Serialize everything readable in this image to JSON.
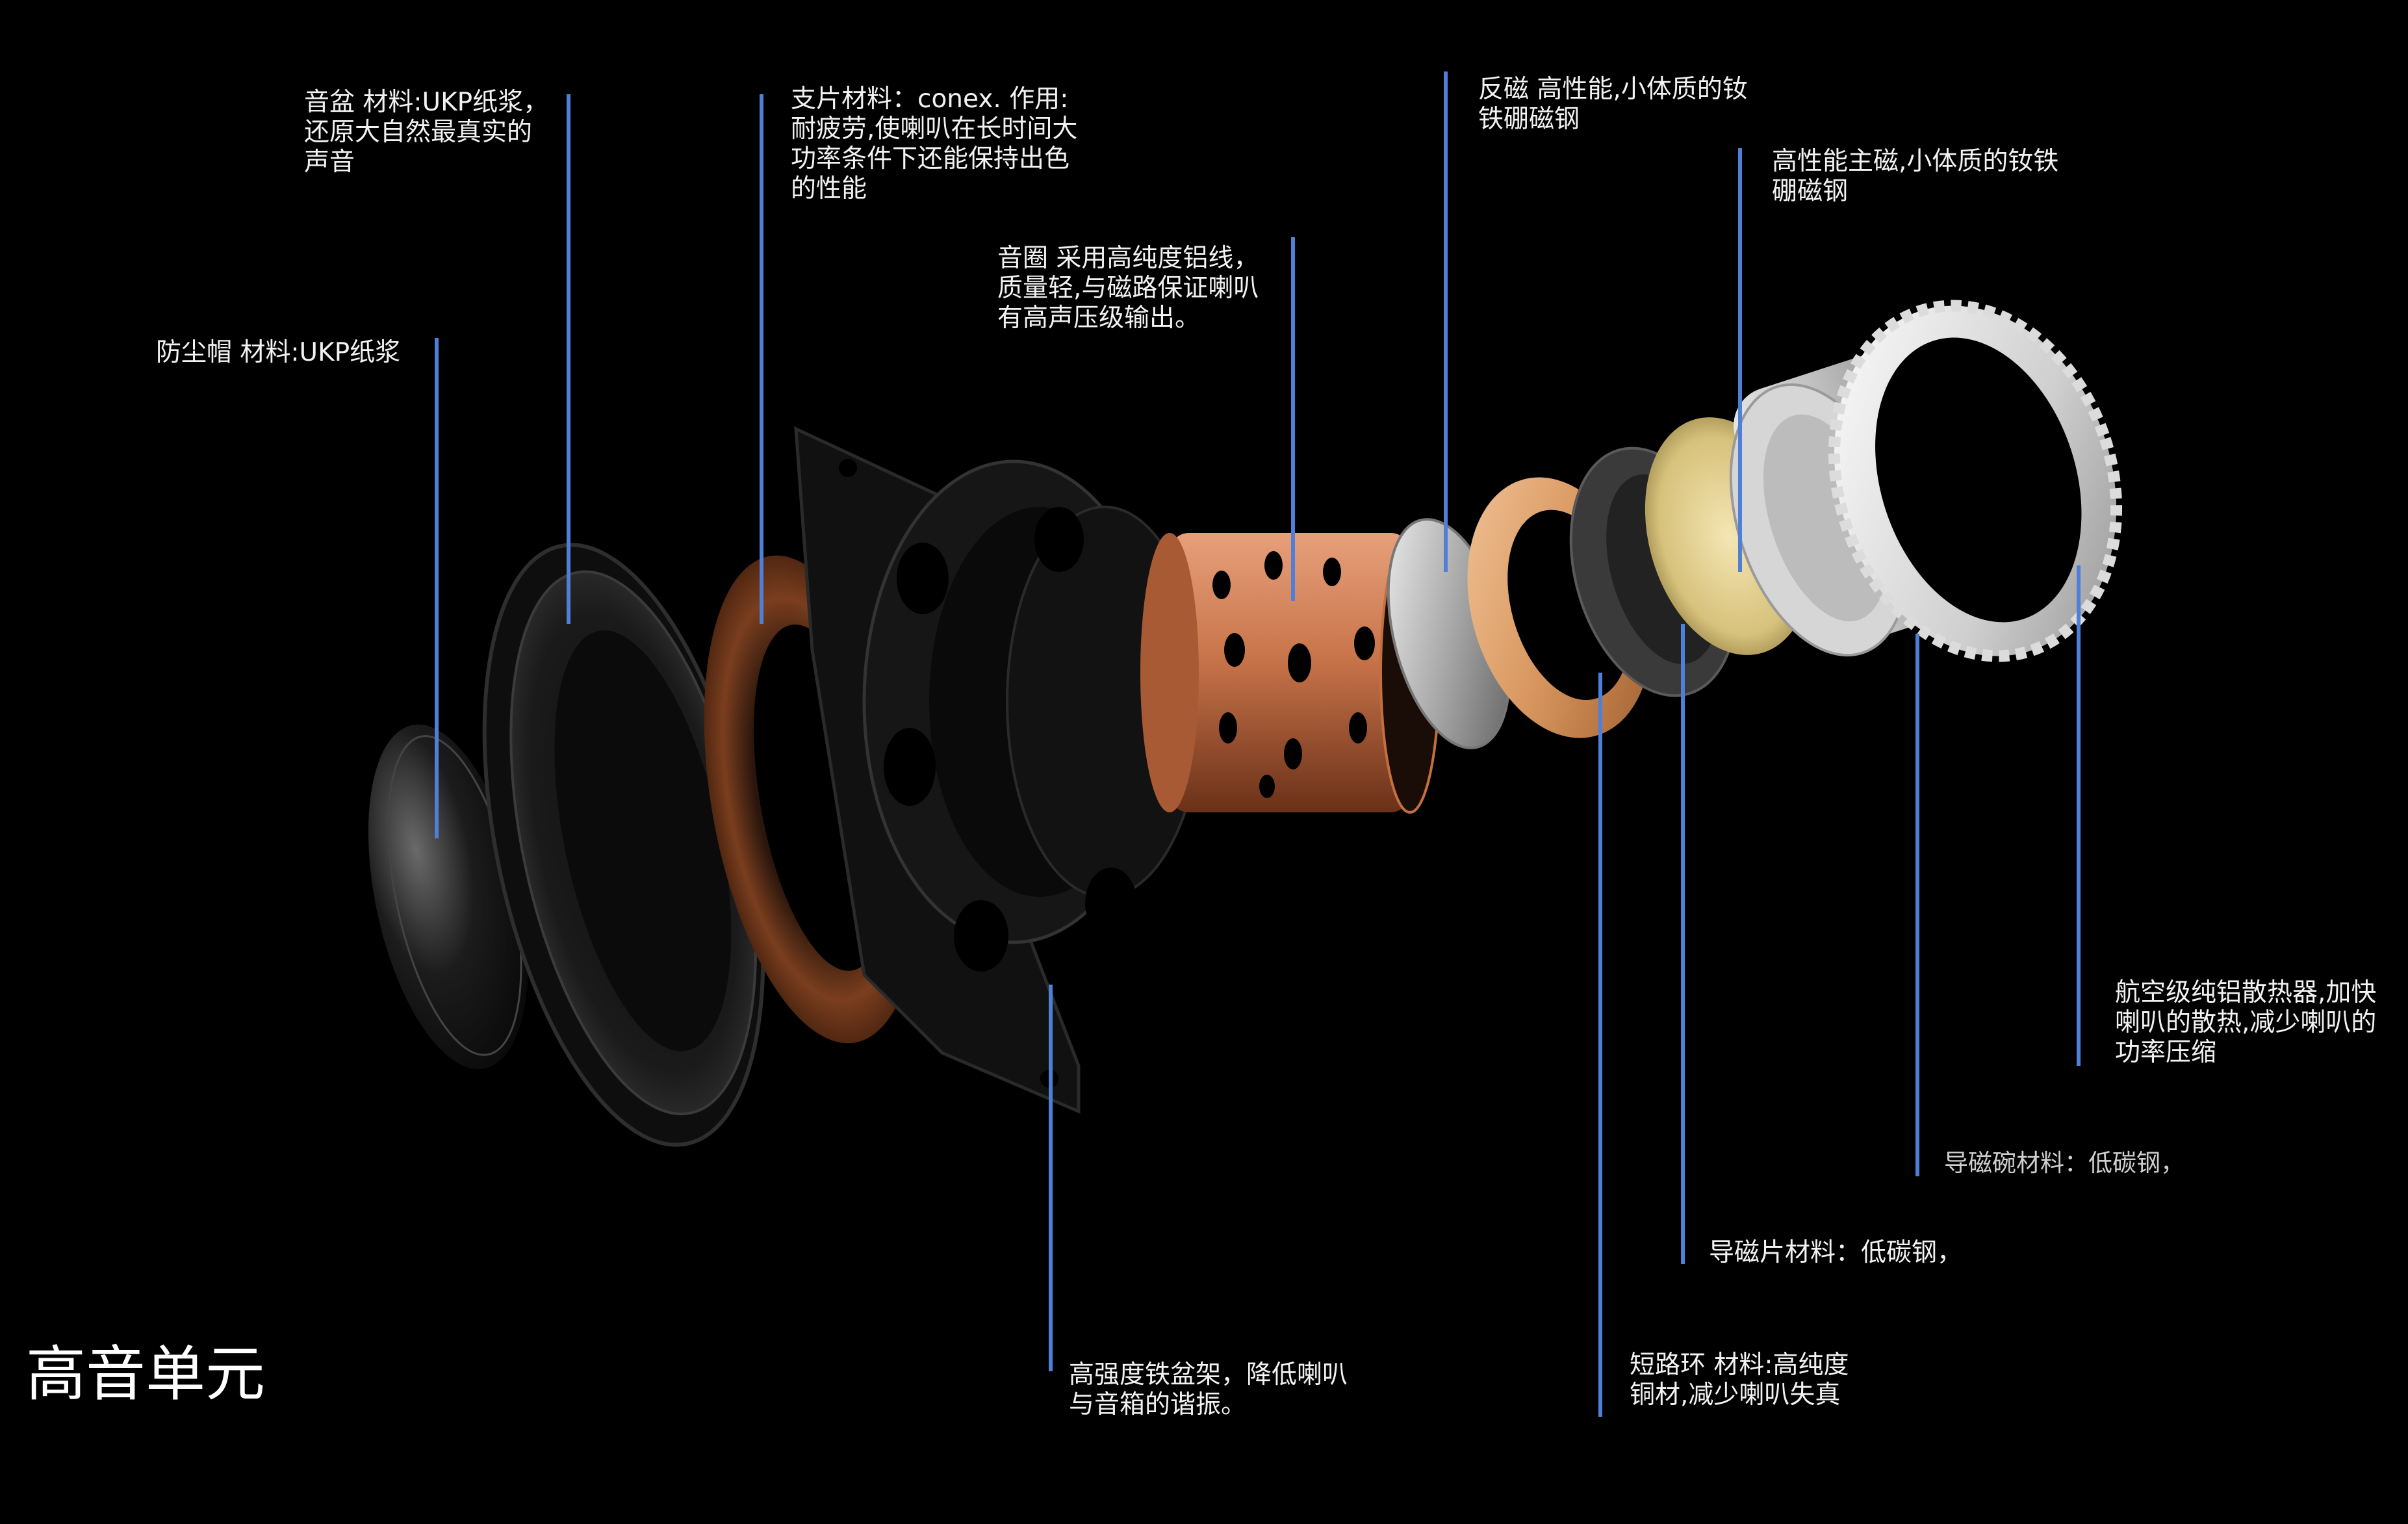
{
  "title": "高音单元",
  "colors": {
    "background": "#000000",
    "leader": "#4f7fd6",
    "copper": "#c8744a",
    "gold": "#e2cf8a"
  },
  "labels": {
    "dust_cap": "防尘帽  材料:UKP纸浆",
    "cone": "音盆  材料:UKP纸浆，\n还原大自然最真实的\n声音",
    "spider": "支片材料：conex.  作用:\n耐疲劳,使喇叭在长时间大\n功率条件下还能保持出色\n的性能",
    "voice_coil": "音圈    采用高纯度铝线，\n质量轻,与磁路保证喇叭\n有高声压级输出。",
    "reverse_magnet": "反磁  高性能,小体质的钕\n铁硼磁钢",
    "main_magnet": "高性能主磁,小体质的钕铁\n硼磁钢",
    "heatsink": "航空级纯铝散热器,加快\n喇叭的散热,减少喇叭的\n功率压缩",
    "pole_cup": "导磁碗材料：低碳钢，",
    "pole_plate": "导磁片材料：低碳钢，",
    "shorting_ring": "短路环 材料:高纯度\n铜材,减少喇叭失真",
    "frame": "高强度铁盆架，降低喇叭\n与音箱的谐振。"
  }
}
